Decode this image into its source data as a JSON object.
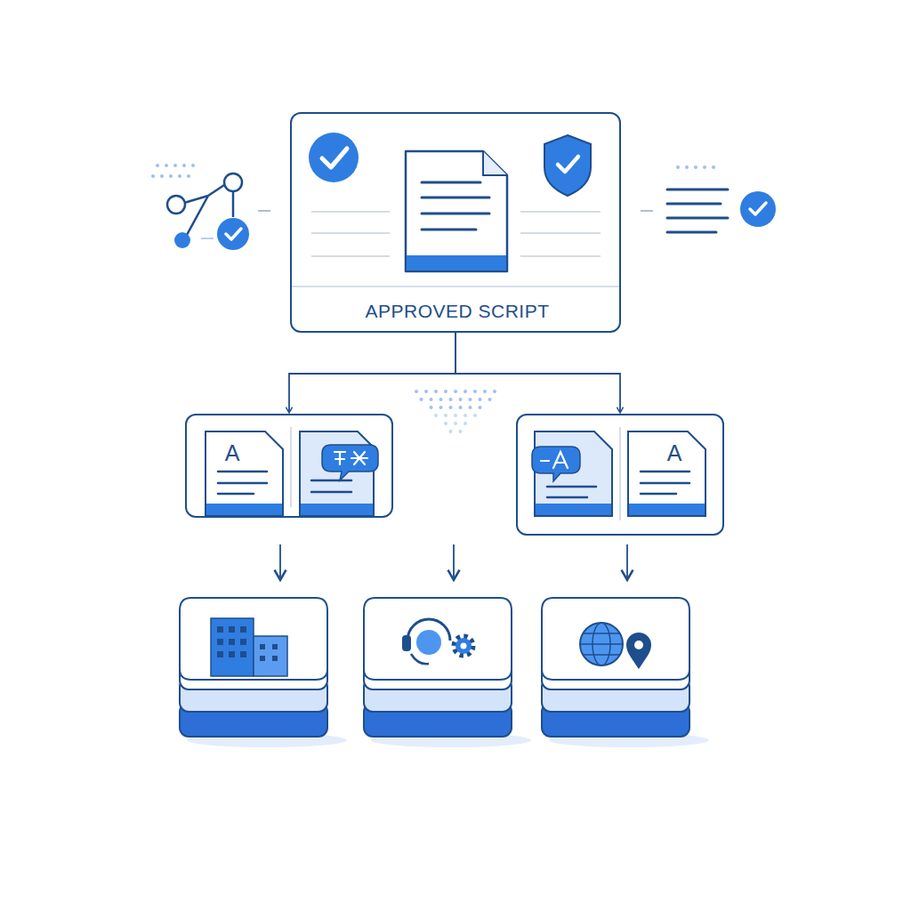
{
  "diagram": {
    "nodes": [
      {
        "text": [
          "APPROVED SCRIPT"
        ]
      },
      {
        "text": [
          "A"
        ]
      },
      {
        "text": [
          "A"
        ]
      }
    ],
    "edges": [
      {
        "from": 0,
        "to": 1,
        "arrow": "to"
      },
      {
        "from": 0,
        "to": 2,
        "arrow": "to"
      }
    ]
  }
}
